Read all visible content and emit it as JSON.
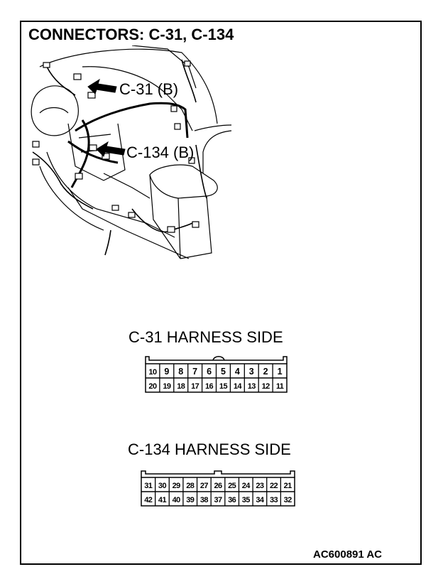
{
  "title": "CONNECTORS: C-31, C-134",
  "callouts": {
    "c31": "C-31 (B)",
    "c134": "C-134 (B)"
  },
  "connectors": {
    "c31": {
      "label": "C-31 HARNESS SIDE",
      "top_row": [
        "10",
        "9",
        "8",
        "7",
        "6",
        "5",
        "4",
        "3",
        "2",
        "1"
      ],
      "bottom_row": [
        "20",
        "19",
        "18",
        "17",
        "16",
        "15",
        "14",
        "13",
        "12",
        "11"
      ]
    },
    "c134": {
      "label": "C-134 HARNESS SIDE",
      "top_row": [
        "31",
        "30",
        "29",
        "28",
        "27",
        "26",
        "25",
        "24",
        "23",
        "22",
        "21"
      ],
      "bottom_row": [
        "42",
        "41",
        "40",
        "39",
        "38",
        "37",
        "36",
        "35",
        "34",
        "33",
        "32"
      ]
    }
  },
  "figure_code": "AC600891 AC"
}
